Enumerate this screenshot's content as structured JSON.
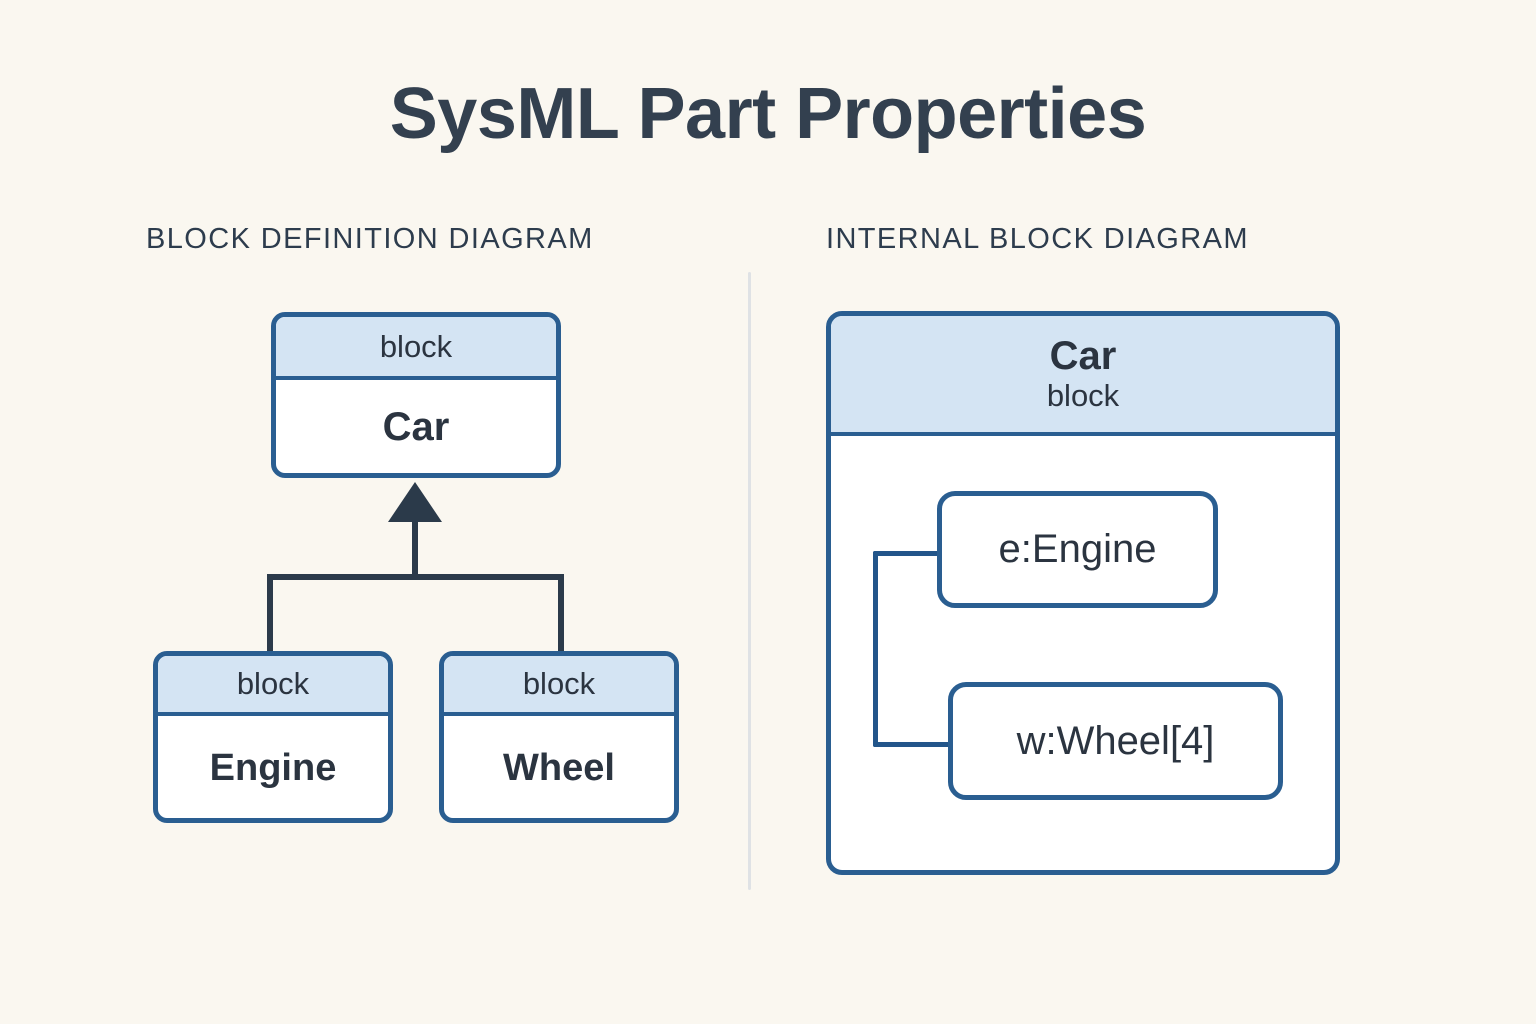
{
  "page": {
    "title": "SysML Part Properties",
    "background_color": "#faf7f0",
    "title_color": "#33404f",
    "accent_border_color": "#2a5e91",
    "header_fill_color": "#d4e4f3",
    "connector_color": "#2b3a4a",
    "ibd_connector_color": "#22558a",
    "divider_color": "#dfe2e5"
  },
  "panels": {
    "bdd": {
      "caption": "BLOCK DEFINITION DIAGRAM",
      "blocks": [
        {
          "stereotype": "block",
          "name": "Car"
        },
        {
          "stereotype": "block",
          "name": "Engine"
        },
        {
          "stereotype": "block",
          "name": "Wheel"
        }
      ],
      "relationship": {
        "type": "generalization",
        "arrow": "filled-triangle",
        "from": [
          "Engine",
          "Wheel"
        ],
        "to": "Car"
      }
    },
    "ibd": {
      "caption": "INTERNAL BLOCK DIAGRAM",
      "container": {
        "name": "Car",
        "stereotype": "block"
      },
      "parts": [
        {
          "label": "e:Engine",
          "role": "e",
          "type": "Engine",
          "multiplicity": ""
        },
        {
          "label": "w:Wheel[4]",
          "role": "w",
          "type": "Wheel",
          "multiplicity": "4"
        }
      ],
      "connector": {
        "type": "composition-bracket",
        "links": [
          "e:Engine",
          "w:Wheel[4]"
        ]
      }
    }
  }
}
